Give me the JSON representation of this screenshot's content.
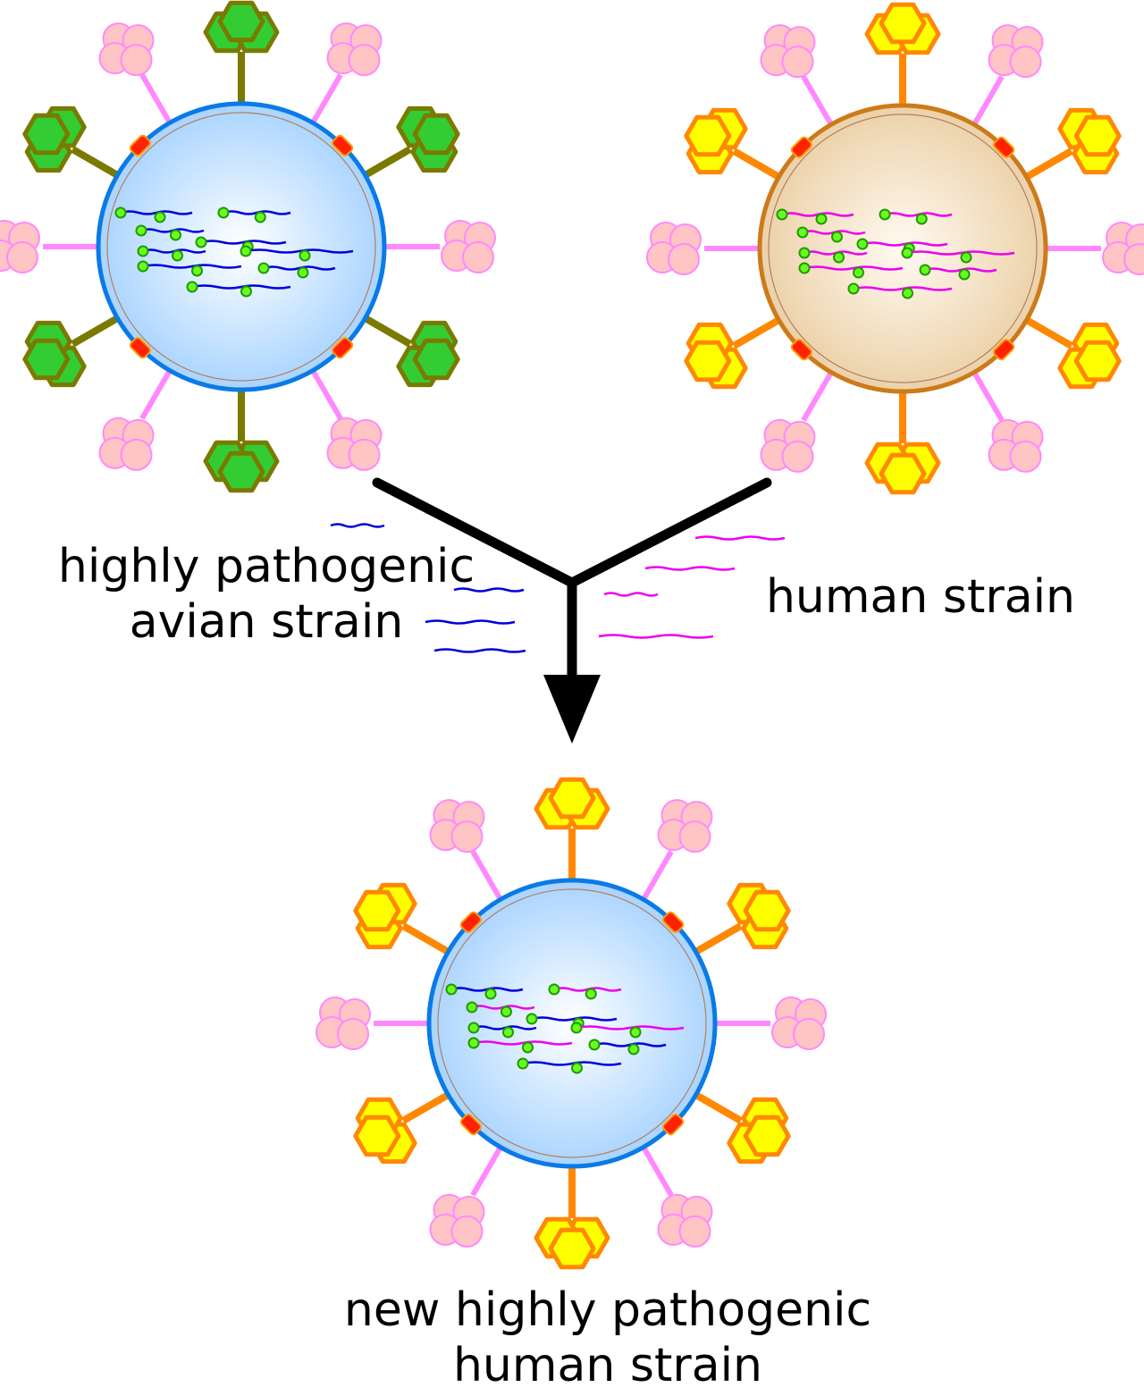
{
  "labels": {
    "avian_line1": "highly pathogenic",
    "avian_line2": "avian strain",
    "human": "human strain",
    "new_line1": "new highly pathogenic",
    "new_line2": "human strain"
  },
  "colors": {
    "avian_capsid": "#bfe0ff",
    "avian_rim": "#0a7ae6",
    "human_capsid": "#f2ddb9",
    "human_rim": "#cc7a1a",
    "avian_spike_fill": "#33cc33",
    "avian_spike_stroke": "#7a7a00",
    "human_spike_fill": "#ffff00",
    "human_spike_stroke": "#ff8800",
    "na_fill": "#ffc4c4",
    "na_stroke": "#ff88ff",
    "avian_rna": "#0000dd",
    "human_rna": "#ee00ee",
    "nucleoprotein": "#66ff22",
    "channel": "#ff2200",
    "arrow": "#000000"
  },
  "icons": [
    "virus-particle-icon",
    "hemagglutinin-spike-icon",
    "neuraminidase-spike-icon",
    "rna-segment-icon",
    "merge-arrow-icon"
  ]
}
